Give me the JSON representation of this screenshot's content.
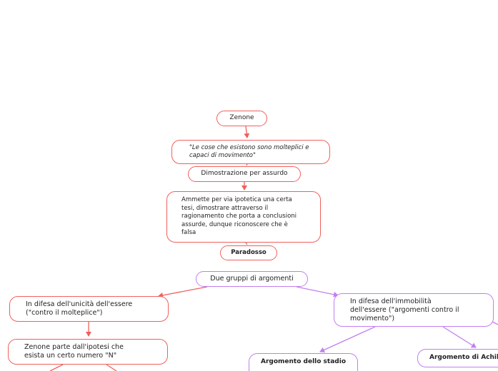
{
  "colors": {
    "red": "#f0605c",
    "purple": "#c27ff0"
  },
  "nodes": {
    "zenone": "Zenone",
    "quote": "\"Le cose che esistono sono molteplici e\ncapaci di movimento\"",
    "dimostrazione": "Dimostrazione per assurdo",
    "ammette": "Ammette per via ipotetica una certa\ntesi, dimostrare attraverso il\nragionamento che porta a conclusioni\nassurde, dunque riconoscere che è\nfalsa",
    "paradosso": "Paradosso",
    "due_gruppi": "Due gruppi di argomenti",
    "unicita": "In difesa dell'unicità dell'essere\n(\"contro il molteplice\")",
    "immobilita": "In  difesa dell'immobilità\ndell'essere (\"argomenti contro il\nmovimento\")",
    "zenone_ipotesi": "Zenone parte dall'ipotesi che\nesista un certo numero \"N\"",
    "stadio": "Argomento dello stadio",
    "achille": "Argomento di Achille"
  }
}
